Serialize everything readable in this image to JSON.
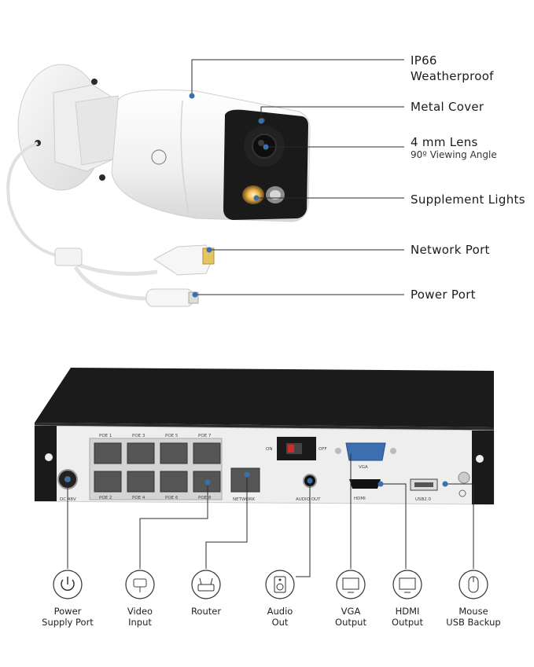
{
  "camera": {
    "labels": [
      {
        "line1": "IP66",
        "line2": "Weatherproof"
      },
      {
        "line1": "Metal Cover"
      },
      {
        "line1": "4 mm Lens",
        "line2": "90º Viewing Angle"
      },
      {
        "line1": "Supplement Lights"
      },
      {
        "line1": "Network Port"
      },
      {
        "line1": "Power Port"
      }
    ]
  },
  "nvr": {
    "panel_text": {
      "poe": [
        "POE 1",
        "POE 3",
        "POE 5",
        "POE 7",
        "POE 2",
        "POE 4",
        "POE 6",
        "POE 8"
      ],
      "dc": "DC 48V",
      "network": "NETWORK",
      "audio": "AUDIO OUT",
      "on": "ON",
      "off": "OFF",
      "vga": "VGA",
      "hdmi": "HDMI",
      "usb": "USB2.0"
    },
    "ports": [
      {
        "line1": "Power",
        "line2": "Supply Port",
        "icon": "power-icon"
      },
      {
        "line1": "Video",
        "line2": "Input",
        "icon": "camera-icon"
      },
      {
        "line1": "Router",
        "line2": "",
        "icon": "router-icon"
      },
      {
        "line1": "Audio",
        "line2": "Out",
        "icon": "speaker-icon"
      },
      {
        "line1": "VGA",
        "line2": "Output",
        "icon": "monitor-icon"
      },
      {
        "line1": "HDMI",
        "line2": "Output",
        "icon": "monitor-icon"
      },
      {
        "line1": "Mouse",
        "line2": "USB Backup",
        "icon": "mouse-icon"
      }
    ]
  },
  "colors": {
    "accent": "#3d6fb0",
    "line": "#2b2b2b",
    "label": "#1c1c1c"
  }
}
